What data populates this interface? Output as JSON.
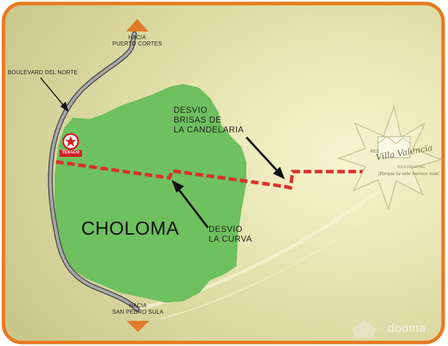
{
  "labels": {
    "north_direction": "HACIA\nPUERTO CORTES",
    "south_direction": "HACIA\nSAN PEDRO SULA",
    "boulevard": "BOULEVARD DEL NORTE",
    "city": "CHOLOMA",
    "desvio_curva": "DESVIO\nLA CURVA",
    "desvio_candelaria": "DESVIO\nBRISAS DE\nLA CANDELARIA",
    "texaco": "TEXACO",
    "brand_name": "Villa Valencia",
    "brand_sub": "RESIDENCIAL",
    "brand_prefix": "RES",
    "brand_slogan": "¡Porque tu vida merece más!",
    "watermark": "dooma"
  },
  "colors": {
    "frame_border": "#e8791e",
    "background": "#d8d8a0",
    "city_area": "#6fc05f",
    "road": "#8c8c8c",
    "route": "#d9322b",
    "arrow": "#111111",
    "direction_marker": "#e07b2a",
    "texaco_red": "#d71f26"
  },
  "icons": {
    "north_marker": "triangle-up-icon",
    "south_marker": "triangle-down-icon",
    "texaco_logo": "texaco-star-icon",
    "destination": "star-burst-icon",
    "watermark_logo": "house-icon"
  }
}
